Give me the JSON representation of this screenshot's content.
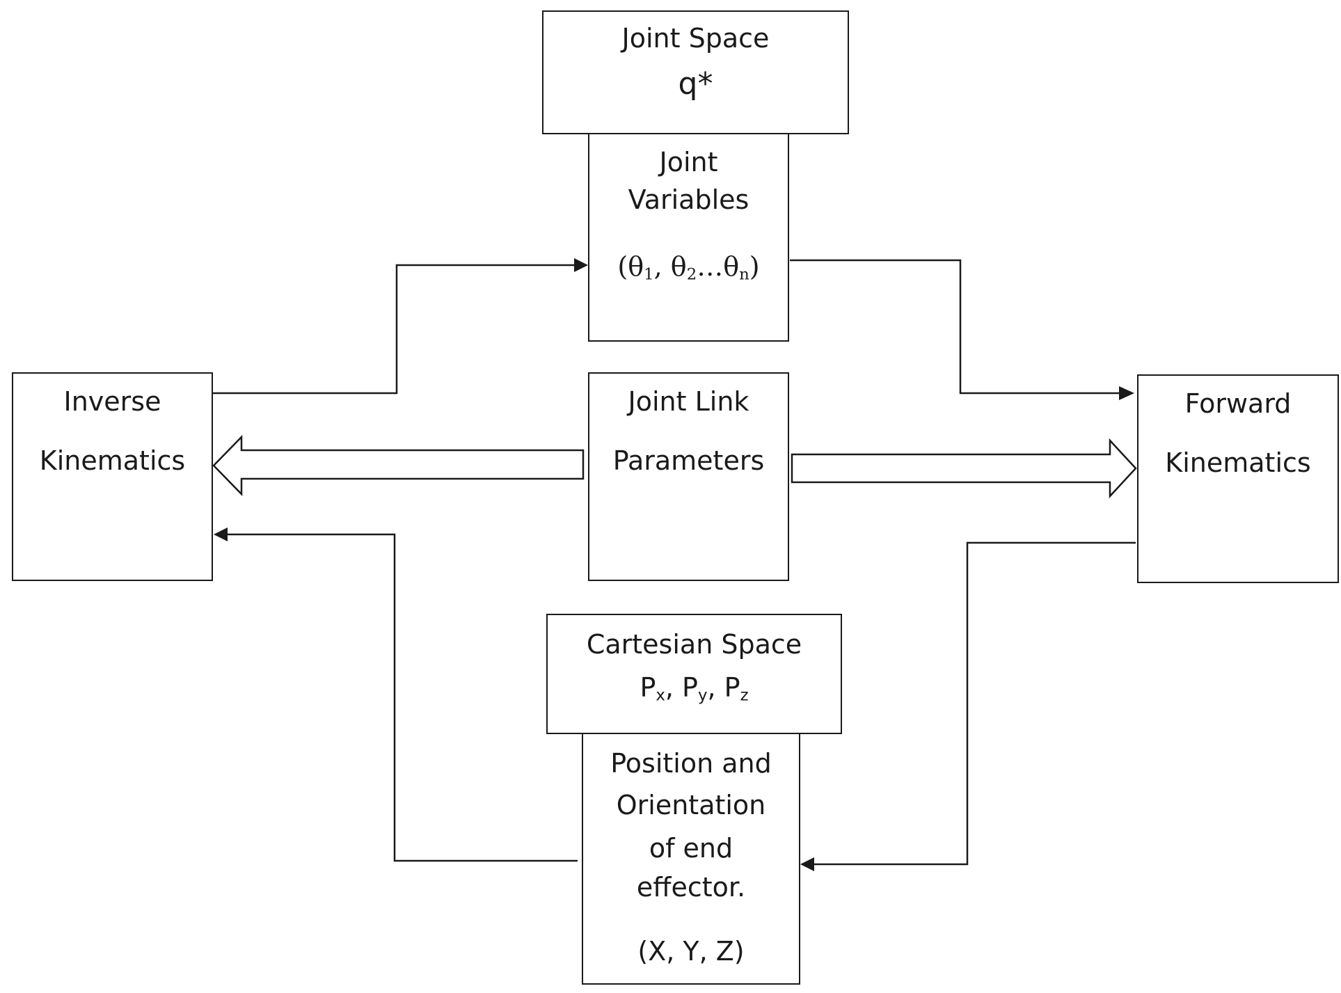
{
  "joint_space": {
    "title": "Joint Space",
    "symbol": "q*"
  },
  "joint_variables": {
    "line1": "Joint",
    "line2": "Variables",
    "theta": "θ",
    "sub1": "1",
    "sub2": "2",
    "subn": "n",
    "open": "(",
    "sep": ", ",
    "ellipsis": "…",
    "close": ")"
  },
  "inverse_kinematics": {
    "line1": "Inverse",
    "line2": "Kinematics"
  },
  "joint_link": {
    "line1": "Joint Link",
    "line2": "Parameters"
  },
  "forward_kinematics": {
    "line1": "Forward",
    "line2": "Kinematics"
  },
  "cartesian_space": {
    "title": "Cartesian Space",
    "p": "P",
    "sub_x": "x",
    "sub_y": "y",
    "sub_z": "z",
    "comma": ", "
  },
  "end_effector": {
    "line1": "Position and",
    "line2": "Orientation",
    "line3": "of end",
    "line4": "effector.",
    "coords": "(X, Y, Z)"
  }
}
